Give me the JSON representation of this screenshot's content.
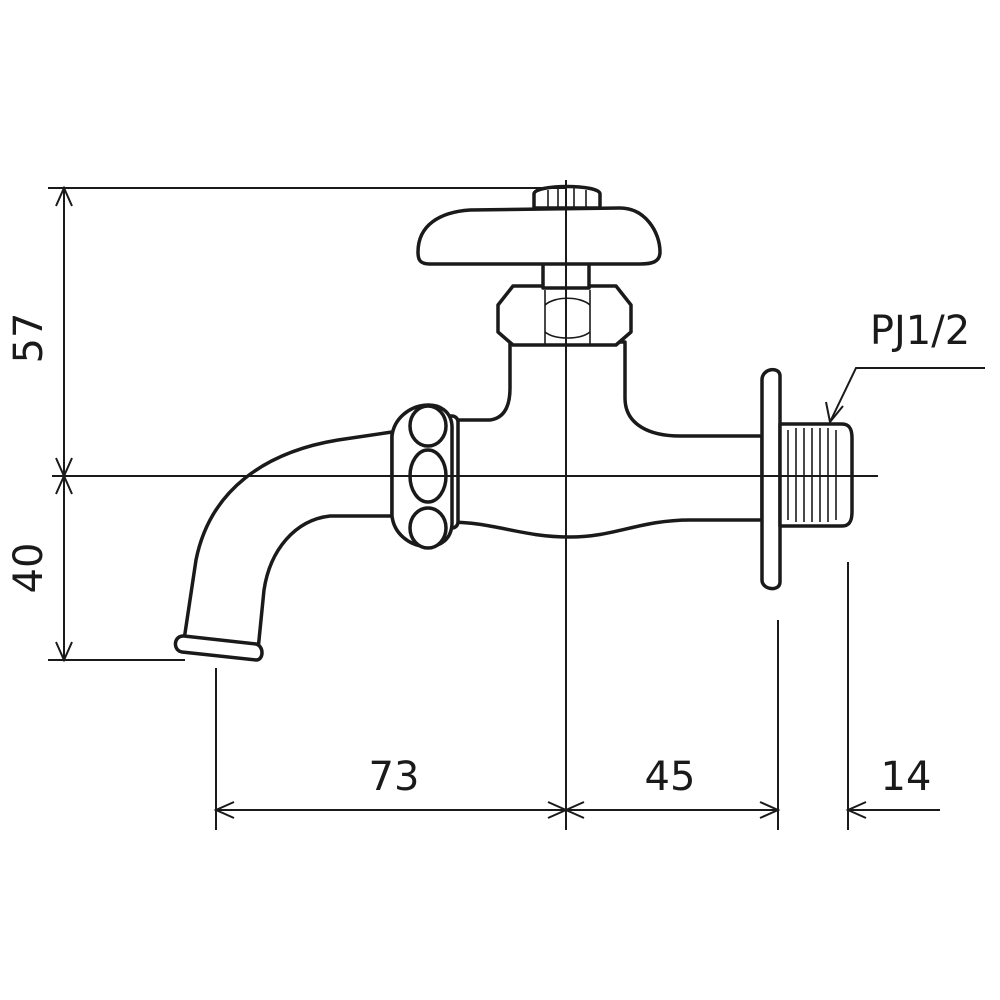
{
  "dimensions": {
    "height_above": "57",
    "height_below": "40",
    "spout_to_center": "73",
    "center_to_flange": "45",
    "thread_length": "14"
  },
  "callout": {
    "thread_spec": "PJ1/2"
  },
  "colors": {
    "line": "#1a1a1a",
    "background": "#ffffff"
  }
}
